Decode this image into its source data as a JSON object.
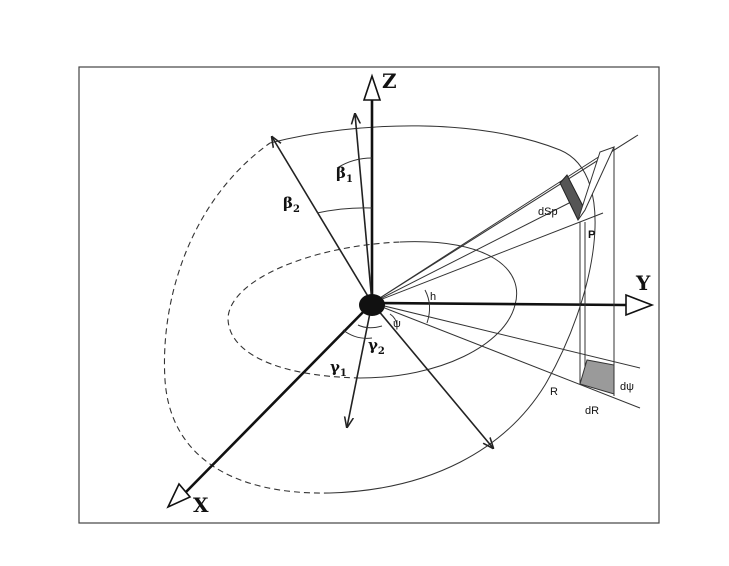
{
  "axes": {
    "x": "X",
    "y": "Y",
    "z": "Z"
  },
  "angles": {
    "beta1": "β",
    "beta1_sub": "1",
    "beta2": "β",
    "beta2_sub": "2",
    "gamma1": "γ",
    "gamma1_sub": "1",
    "gamma2": "γ",
    "gamma2_sub": "2",
    "h": "h",
    "psi": "ψ"
  },
  "labels": {
    "dsp": "dSp",
    "p": "P",
    "r": "R",
    "dr": "dR",
    "dpsi": "dψ"
  },
  "colors": {
    "ink": "#111111",
    "fill_dark": "#555555",
    "fill_light": "#9a9a9a",
    "frame": "#444444"
  }
}
